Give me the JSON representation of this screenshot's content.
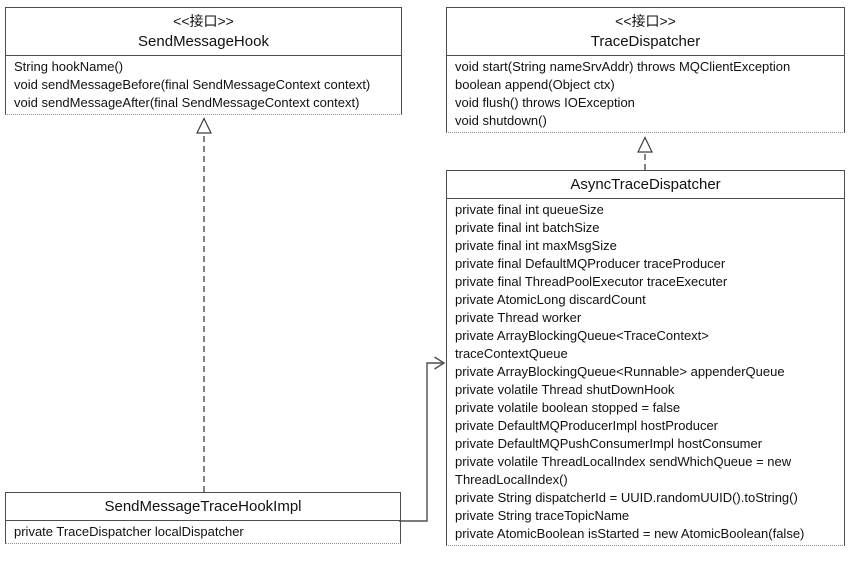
{
  "diagram": {
    "classes": {
      "send_message_hook": {
        "stereotype": "<<接口>>",
        "name": "SendMessageHook",
        "members": [
          "String hookName()",
          "void sendMessageBefore(final SendMessageContext context)",
          "void sendMessageAfter(final SendMessageContext context)"
        ]
      },
      "trace_dispatcher": {
        "stereotype": "<<接口>>",
        "name": "TraceDispatcher",
        "members": [
          "void start(String nameSrvAddr) throws MQClientException",
          "boolean append(Object ctx)",
          "void flush() throws IOException",
          "void shutdown()"
        ]
      },
      "async_trace_dispatcher": {
        "name": "AsyncTraceDispatcher",
        "members": [
          "private final int queueSize",
          "private final int batchSize",
          "private final int maxMsgSize",
          "private final DefaultMQProducer traceProducer",
          "private final ThreadPoolExecutor traceExecuter",
          "private AtomicLong discardCount",
          "private Thread worker",
          "private ArrayBlockingQueue<TraceContext>",
          "traceContextQueue",
          "private ArrayBlockingQueue<Runnable> appenderQueue",
          "private volatile Thread shutDownHook",
          "private volatile boolean stopped = false",
          "private DefaultMQProducerImpl hostProducer",
          "private DefaultMQPushConsumerImpl hostConsumer",
          "private volatile ThreadLocalIndex sendWhichQueue = new",
          "ThreadLocalIndex()",
          "private String dispatcherId = UUID.randomUUID().toString()",
          "private String traceTopicName",
          "private AtomicBoolean isStarted = new AtomicBoolean(false)"
        ]
      },
      "send_message_trace_hook_impl": {
        "name": "SendMessageTraceHookImpl",
        "members": [
          "private TraceDispatcher localDispatcher"
        ]
      }
    },
    "relations": [
      {
        "type": "realization",
        "from": "SendMessageTraceHookImpl",
        "to": "SendMessageHook"
      },
      {
        "type": "realization",
        "from": "AsyncTraceDispatcher",
        "to": "TraceDispatcher"
      },
      {
        "type": "association",
        "from": "SendMessageTraceHookImpl",
        "to": "AsyncTraceDispatcher"
      }
    ],
    "colors": {
      "border": "#4d4d4d",
      "text": "#111111",
      "background": "#ffffff"
    }
  }
}
